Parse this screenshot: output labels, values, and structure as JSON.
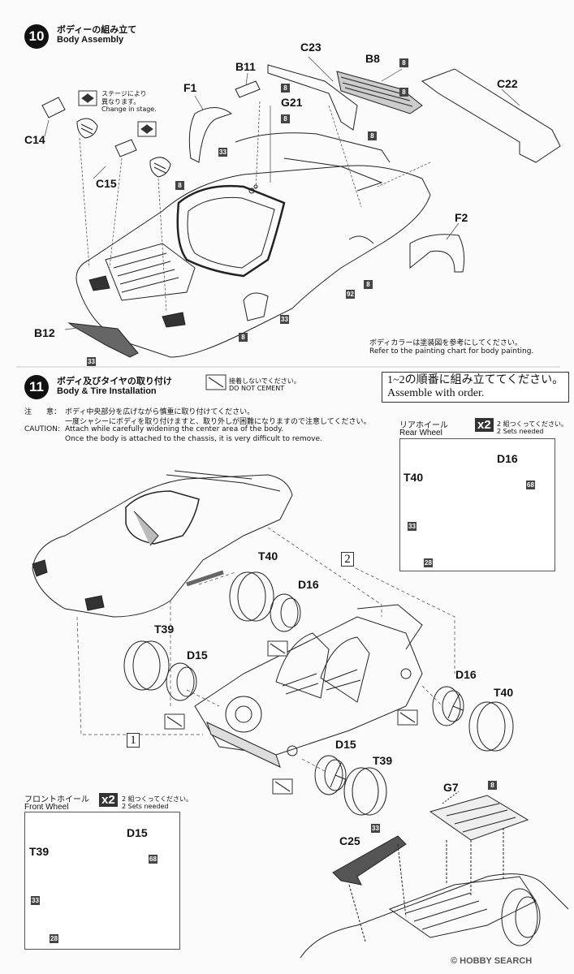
{
  "step10": {
    "number": "10",
    "title_jp": "ボディーの組み立て",
    "title_en": "Body Assembly",
    "stage_note_jp_1": "ステージにより",
    "stage_note_jp_2": "異なります。",
    "stage_note_en": "Change in stage.",
    "paint_note_jp": "ボディカラーは塗装図を参考にしてください。",
    "paint_note_en": "Refer to the painting chart for body painting.",
    "parts": {
      "c23": "C23",
      "b8": "B8",
      "b11": "B11",
      "f1": "F1",
      "g21": "G21",
      "c22": "C22",
      "c14": "C14",
      "c15": "C15",
      "f2": "F2",
      "b12": "B12"
    },
    "badges": {
      "b8_a": "8",
      "b11_a": "8",
      "g21_a": "8",
      "g21_b": "8",
      "body_a": "33",
      "side_a": "8",
      "lamp_a": "8",
      "f2_a": "92",
      "f2_b": "8",
      "bottom_a": "33",
      "glass_a": "33",
      "under_a": "8"
    }
  },
  "step11": {
    "number": "11",
    "title_jp": "ボディ及びタイヤの取り付け",
    "title_en": "Body & Tire Installation",
    "no_cement_jp": "接着しないでください。",
    "no_cement_en": "DO NOT CEMENT",
    "caution_label_jp": "注　　意：",
    "caution_jp_1": "ボディ中央部分を広げながら慎重に取り付けてください。",
    "caution_jp_2": "一度シャシーにボディを取り付けますと、取り外しが困難になりますので注意してください。",
    "caution_label_en": "CAUTION:",
    "caution_en_1": "Attach while carefully widening the center area of the body.",
    "caution_en_2": "Once the body is attached to the chassis, it is very difficult to remove.",
    "order_jp": "1~2の順番に組み立ててください。",
    "order_en": "Assemble with order.",
    "rear_wheel": {
      "title_jp": "リアホイール",
      "title_en": "Rear Wheel",
      "mult": "x2",
      "sets_jp": "2 組つくってください。",
      "sets_en": "2 Sets needed",
      "tire": "T40",
      "wheel": "D16",
      "badge_a": "68",
      "badge_b": "33",
      "badge_c": "28"
    },
    "front_wheel": {
      "title_jp": "フロントホイール",
      "title_en": "Front Wheel",
      "mult": "x2",
      "sets_jp": "2 組つくってください。",
      "sets_en": "2 Sets needed",
      "tire": "T39",
      "wheel": "D15",
      "badge_a": "68",
      "badge_b": "33",
      "badge_c": "28"
    },
    "parts": {
      "t40_a": "T40",
      "d16_a": "D16",
      "t39_a": "T39",
      "d15_a": "D15",
      "d16_b": "D16",
      "t40_b": "T40",
      "d15_b": "D15",
      "t39_b": "T39",
      "g7": "G7",
      "c25": "C25"
    },
    "badges": {
      "g7_a": "8",
      "c25_a": "33"
    },
    "order_1": "1",
    "order_2": "2"
  },
  "watermark": "HOBBY SEARCH",
  "copyright": "©"
}
